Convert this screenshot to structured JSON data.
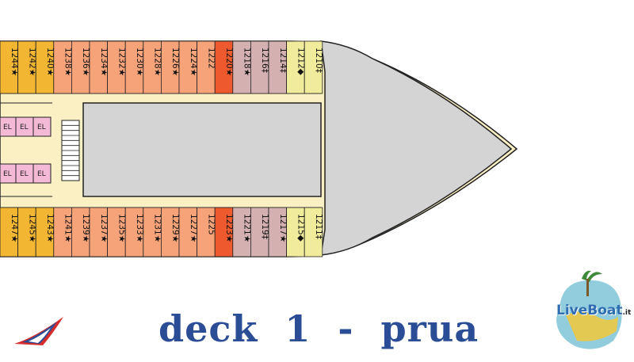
{
  "title": "deck  1  -  prua",
  "colors": {
    "gold": "#f2b632",
    "salmon": "#f7a37a",
    "orange_red": "#ee5a2e",
    "mauve": "#d5b0b0",
    "pale_yellow": "#f1ec9c",
    "pink": "#f4b9d4",
    "cream": "#fbf0c4",
    "hull_grey": "#d4d4d4",
    "title_blue": "#2b4d96"
  },
  "top_cabins": [
    {
      "number": "1244",
      "symbol": "★",
      "color": "gold"
    },
    {
      "number": "1242",
      "symbol": "★",
      "color": "gold"
    },
    {
      "number": "1240",
      "symbol": "★",
      "color": "gold"
    },
    {
      "number": "1238",
      "symbol": "★",
      "color": "salmon"
    },
    {
      "number": "1236",
      "symbol": "★",
      "color": "salmon"
    },
    {
      "number": "1234",
      "symbol": "★",
      "color": "salmon"
    },
    {
      "number": "1232",
      "symbol": "★",
      "color": "salmon"
    },
    {
      "number": "1230",
      "symbol": "★",
      "color": "salmon"
    },
    {
      "number": "1228",
      "symbol": "★",
      "color": "salmon"
    },
    {
      "number": "1226",
      "symbol": "★",
      "color": "salmon"
    },
    {
      "number": "1224",
      "symbol": "★",
      "color": "salmon"
    },
    {
      "number": "1222",
      "symbol": "",
      "color": "salmon"
    },
    {
      "number": "1220",
      "symbol": "★",
      "color": "orange_red"
    },
    {
      "number": "1218",
      "symbol": "★",
      "color": "mauve"
    },
    {
      "number": "1216",
      "symbol": "‡",
      "color": "mauve"
    },
    {
      "number": "1214",
      "symbol": "‡",
      "color": "mauve"
    },
    {
      "number": "1212",
      "symbol": "◆",
      "color": "pale_yellow"
    },
    {
      "number": "1210",
      "symbol": "‡",
      "color": "pale_yellow"
    }
  ],
  "bottom_cabins": [
    {
      "number": "1247",
      "symbol": "★",
      "color": "gold"
    },
    {
      "number": "1245",
      "symbol": "★",
      "color": "gold"
    },
    {
      "number": "1243",
      "symbol": "★",
      "color": "gold"
    },
    {
      "number": "1241",
      "symbol": "★",
      "color": "salmon"
    },
    {
      "number": "1239",
      "symbol": "★",
      "color": "salmon"
    },
    {
      "number": "1237",
      "symbol": "★",
      "color": "salmon"
    },
    {
      "number": "1235",
      "symbol": "★",
      "color": "salmon"
    },
    {
      "number": "1233",
      "symbol": "★",
      "color": "salmon"
    },
    {
      "number": "1231",
      "symbol": "★",
      "color": "salmon"
    },
    {
      "number": "1229",
      "symbol": "★",
      "color": "salmon"
    },
    {
      "number": "1227",
      "symbol": "★",
      "color": "salmon"
    },
    {
      "number": "1225",
      "symbol": "",
      "color": "salmon"
    },
    {
      "number": "1223",
      "symbol": "★",
      "color": "orange_red"
    },
    {
      "number": "1221",
      "symbol": "★",
      "color": "mauve"
    },
    {
      "number": "1219",
      "symbol": "‡",
      "color": "mauve"
    },
    {
      "number": "1217",
      "symbol": "★",
      "color": "mauve"
    },
    {
      "number": "1215",
      "symbol": "◆",
      "color": "pale_yellow"
    },
    {
      "number": "1211",
      "symbol": "‡",
      "color": "pale_yellow"
    }
  ],
  "elevator_label": "EL",
  "logos": {
    "carnival": "carnival-funnel-logo",
    "liveboat_brand": "LiveBoat",
    "liveboat_tld": ".it"
  }
}
